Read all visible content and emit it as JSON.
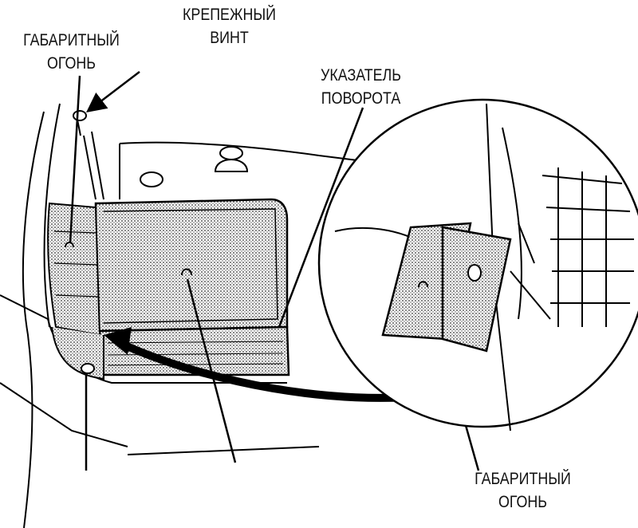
{
  "labels": {
    "mounting_screw": {
      "line1": "КРЕПЕЖНЫЙ",
      "line2": "ВИНТ"
    },
    "side_marker_top": {
      "line1": "ГАБАРИТНЫЙ",
      "line2": "ОГОНЬ"
    },
    "turn_signal": {
      "line1": "УКАЗАТЕЛЬ",
      "line2": "ПОВОРОТА"
    },
    "side_marker_bottom": {
      "line1": "ГАБАРИТНЫЙ",
      "line2": "ОГОНЬ"
    }
  }
}
